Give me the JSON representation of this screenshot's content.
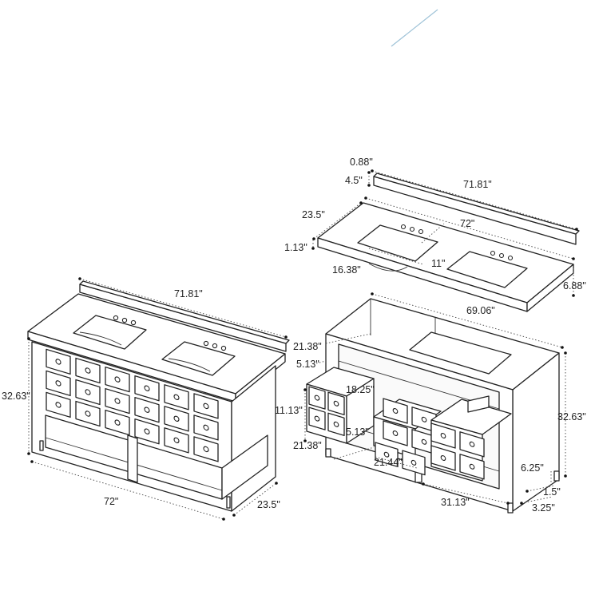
{
  "dimensions": {
    "left_backsplash_length": "71.81\"",
    "left_height": "32.63\"",
    "left_width": "72\"",
    "left_depth": "23.5\"",
    "backsplash_thickness": "0.88\"",
    "backsplash_height": "4.5\"",
    "backsplash_length": "71.81\"",
    "top_depth": "23.5\"",
    "top_width": "72\"",
    "top_thickness": "1.13\"",
    "sink_length": "16.38\"",
    "sink_width": "11\"",
    "sink_depth": "6.88\"",
    "cabinet_inner_width": "69.06\"",
    "drawer_depth_upper": "21.38\"",
    "drawer_front_height": "5.13\"",
    "drawer_width": "18.25\"",
    "drawer_stack_height": "11.13\"",
    "drawer_depth_lower": "21.38\"",
    "small_drawer_height": "5.13\"",
    "open_section_width": "21.44\"",
    "right_height": "32.63\"",
    "shelf_height": "6.25\"",
    "leg_width": "1.5\"",
    "leg_depth": "3.25\"",
    "base_width": "31.13\""
  },
  "colors": {
    "line": "#222222",
    "accent_line": "#9fc3d8"
  }
}
